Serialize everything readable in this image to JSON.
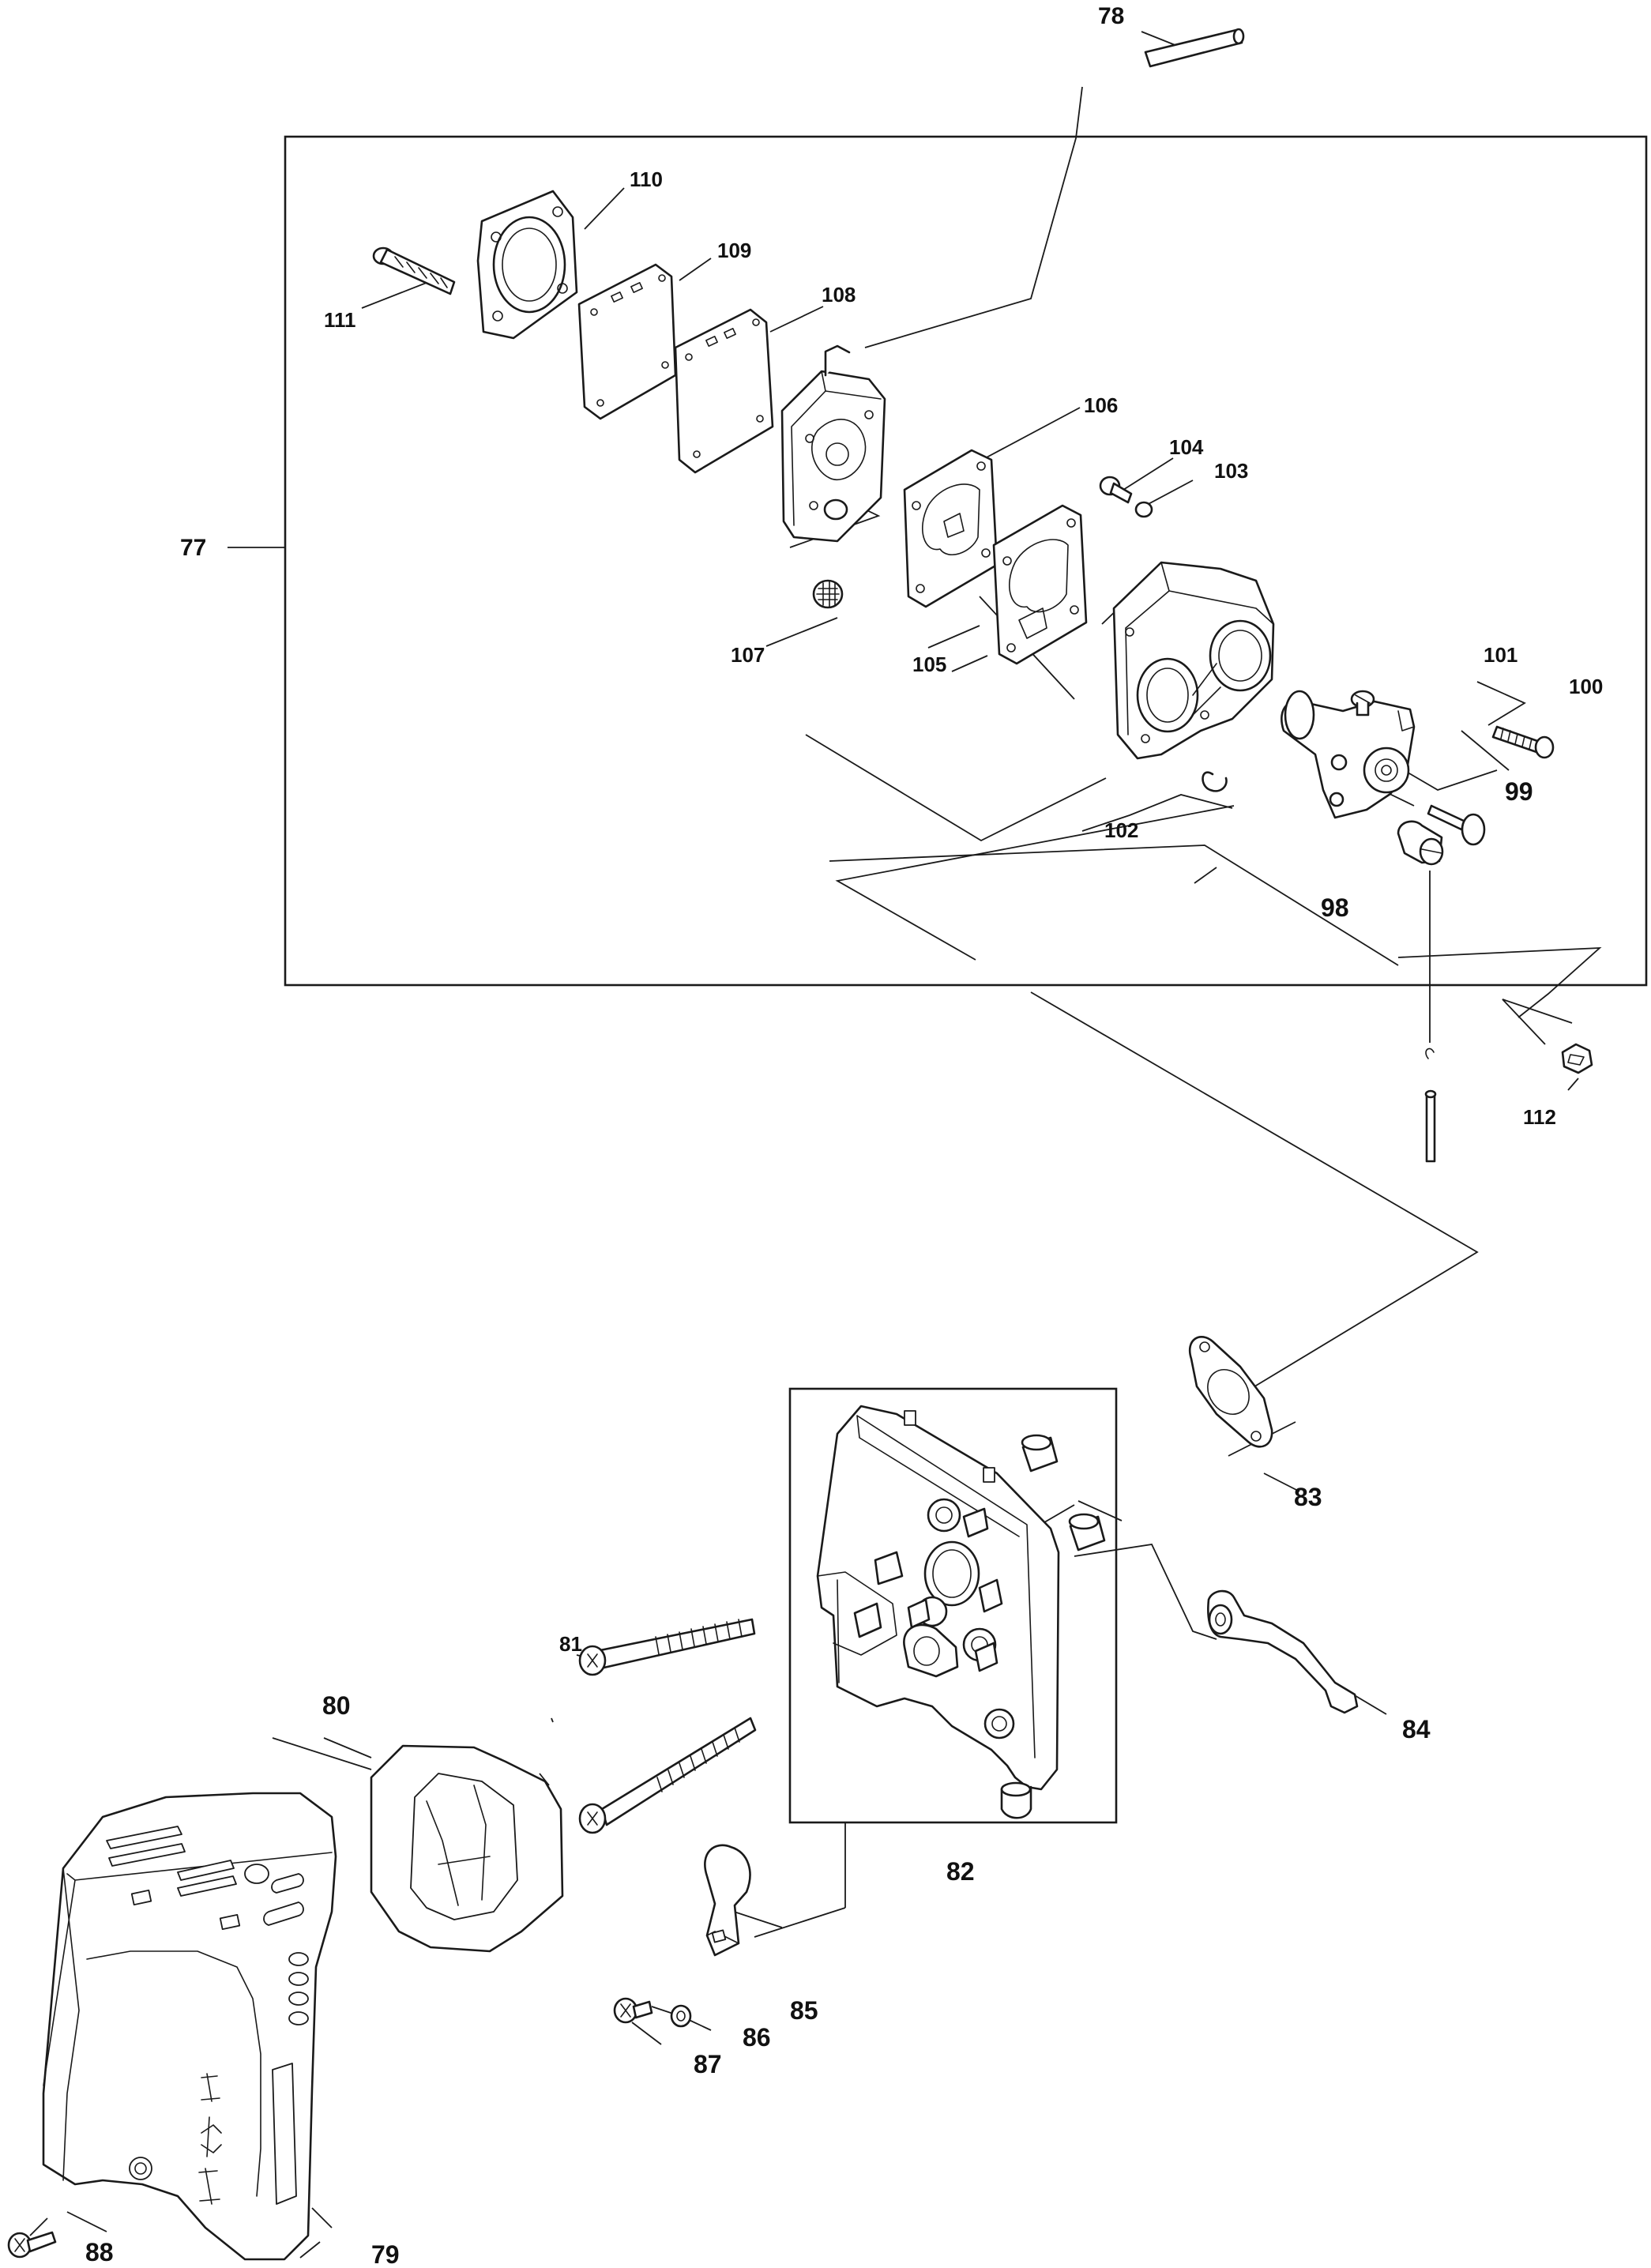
{
  "callouts": [
    {
      "id": "78"
    },
    {
      "id": "77"
    },
    {
      "id": "110"
    },
    {
      "id": "111"
    },
    {
      "id": "109"
    },
    {
      "id": "108"
    },
    {
      "id": "106"
    },
    {
      "id": "104"
    },
    {
      "id": "103"
    },
    {
      "id": "107"
    },
    {
      "id": "105"
    },
    {
      "id": "101"
    },
    {
      "id": "100"
    },
    {
      "id": "99"
    },
    {
      "id": "102"
    },
    {
      "id": "98"
    },
    {
      "id": "112"
    },
    {
      "id": "83"
    },
    {
      "id": "81"
    },
    {
      "id": "80"
    },
    {
      "id": "84"
    },
    {
      "id": "82"
    },
    {
      "id": "85"
    },
    {
      "id": "86"
    },
    {
      "id": "87"
    },
    {
      "id": "88"
    },
    {
      "id": "79"
    }
  ],
  "colors": {
    "ink": "#1a1a1a",
    "background": "#ffffff"
  }
}
